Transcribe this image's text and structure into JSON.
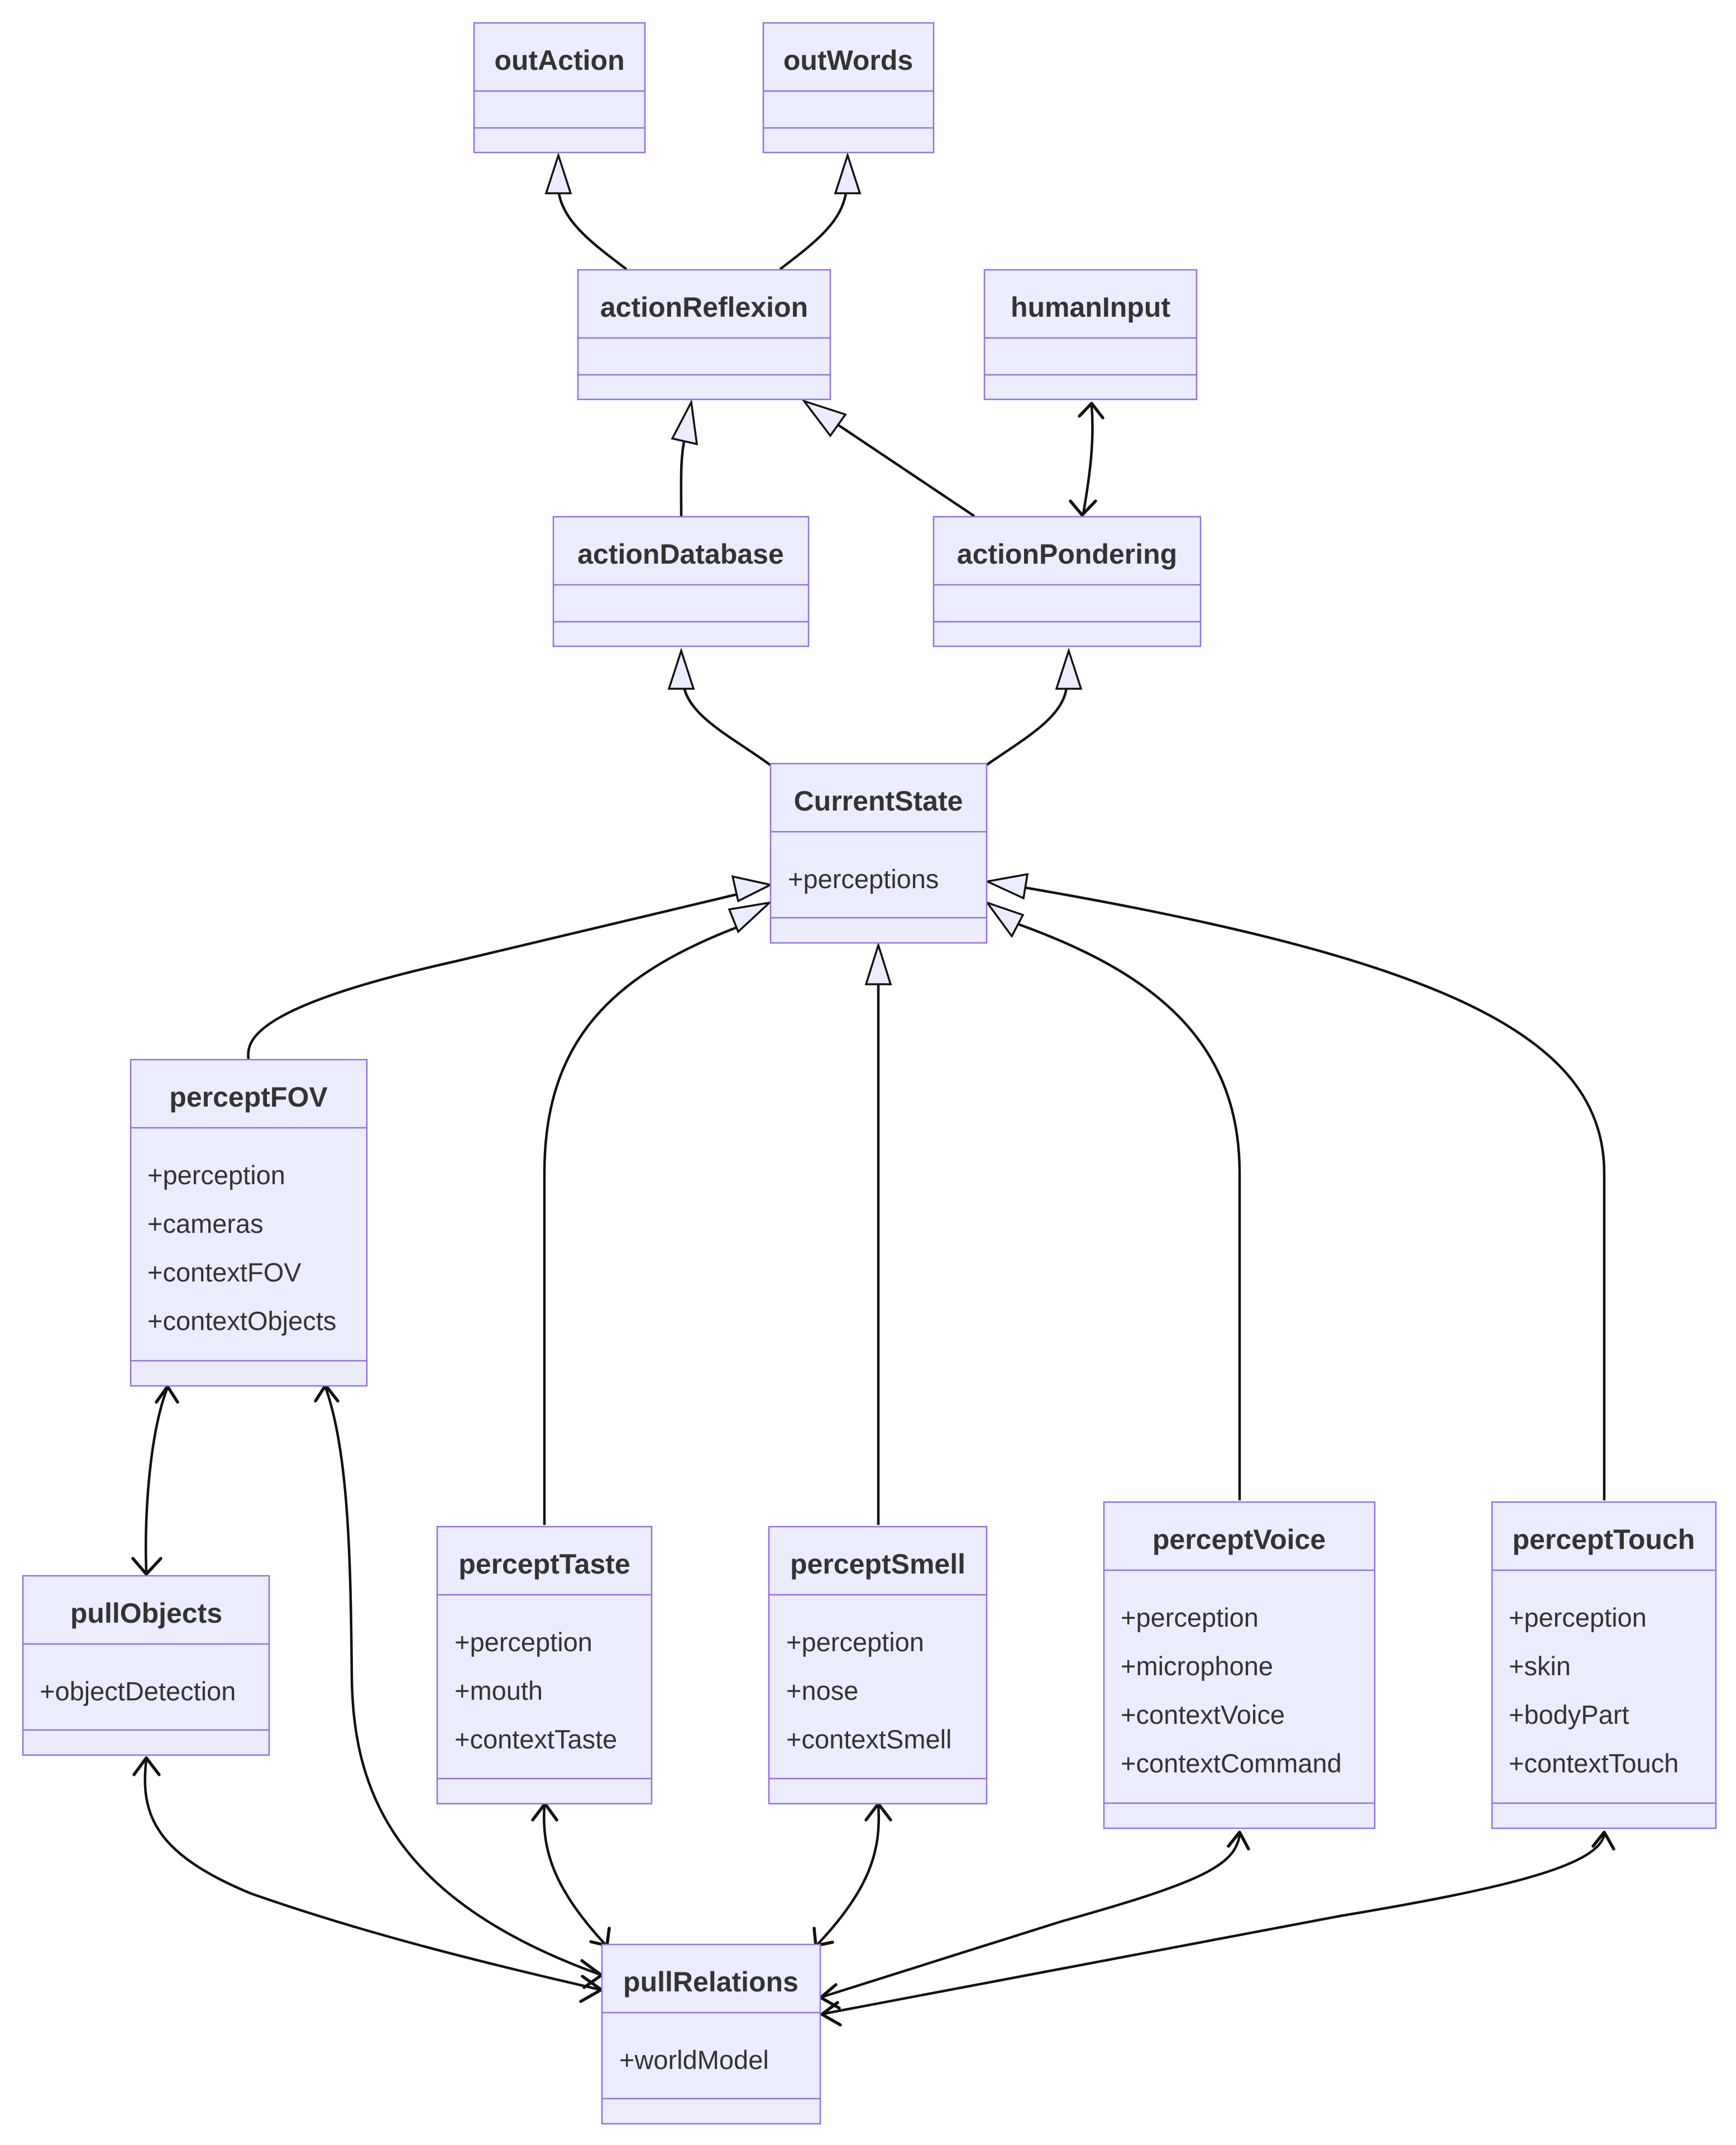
{
  "diagram": {
    "type": "uml-class-diagram",
    "classes": {
      "outAction": {
        "name": "outAction",
        "members": []
      },
      "outWords": {
        "name": "outWords",
        "members": []
      },
      "actionReflexion": {
        "name": "actionReflexion",
        "members": []
      },
      "humanInput": {
        "name": "humanInput",
        "members": []
      },
      "actionDatabase": {
        "name": "actionDatabase",
        "members": []
      },
      "actionPondering": {
        "name": "actionPondering",
        "members": []
      },
      "CurrentState": {
        "name": "CurrentState",
        "members": [
          "+perceptions"
        ]
      },
      "perceptFOV": {
        "name": "perceptFOV",
        "members": [
          "+perception",
          "+cameras",
          "+contextFOV",
          "+contextObjects"
        ]
      },
      "perceptTaste": {
        "name": "perceptTaste",
        "members": [
          "+perception",
          "+mouth",
          "+contextTaste"
        ]
      },
      "perceptSmell": {
        "name": "perceptSmell",
        "members": [
          "+perception",
          "+nose",
          "+contextSmell"
        ]
      },
      "perceptVoice": {
        "name": "perceptVoice",
        "members": [
          "+perception",
          "+microphone",
          "+contextVoice",
          "+contextCommand"
        ]
      },
      "perceptTouch": {
        "name": "perceptTouch",
        "members": [
          "+perception",
          "+skin",
          "+bodyPart",
          "+contextTouch"
        ]
      },
      "pullObjects": {
        "name": "pullObjects",
        "members": [
          "+objectDetection"
        ]
      },
      "pullRelations": {
        "name": "pullRelations",
        "members": [
          "+worldModel"
        ]
      }
    },
    "relations": [
      {
        "from": "actionReflexion",
        "to": "outAction",
        "kind": "inheritance"
      },
      {
        "from": "actionReflexion",
        "to": "outWords",
        "kind": "inheritance"
      },
      {
        "from": "actionDatabase",
        "to": "actionReflexion",
        "kind": "inheritance"
      },
      {
        "from": "actionPondering",
        "to": "actionReflexion",
        "kind": "inheritance"
      },
      {
        "from": "humanInput",
        "to": "actionPondering",
        "kind": "bidirectional"
      },
      {
        "from": "CurrentState",
        "to": "actionDatabase",
        "kind": "inheritance"
      },
      {
        "from": "CurrentState",
        "to": "actionPondering",
        "kind": "inheritance"
      },
      {
        "from": "perceptFOV",
        "to": "CurrentState",
        "kind": "inheritance"
      },
      {
        "from": "perceptTaste",
        "to": "CurrentState",
        "kind": "inheritance"
      },
      {
        "from": "perceptSmell",
        "to": "CurrentState",
        "kind": "inheritance"
      },
      {
        "from": "perceptVoice",
        "to": "CurrentState",
        "kind": "inheritance"
      },
      {
        "from": "perceptTouch",
        "to": "CurrentState",
        "kind": "inheritance"
      },
      {
        "from": "perceptFOV",
        "to": "pullObjects",
        "kind": "bidirectional"
      },
      {
        "from": "perceptFOV",
        "to": "pullRelations",
        "kind": "bidirectional"
      },
      {
        "from": "pullObjects",
        "to": "pullRelations",
        "kind": "bidirectional"
      },
      {
        "from": "perceptTaste",
        "to": "pullRelations",
        "kind": "bidirectional"
      },
      {
        "from": "perceptSmell",
        "to": "pullRelations",
        "kind": "bidirectional"
      },
      {
        "from": "perceptVoice",
        "to": "pullRelations",
        "kind": "bidirectional"
      },
      {
        "from": "perceptTouch",
        "to": "pullRelations",
        "kind": "bidirectional"
      }
    ]
  }
}
